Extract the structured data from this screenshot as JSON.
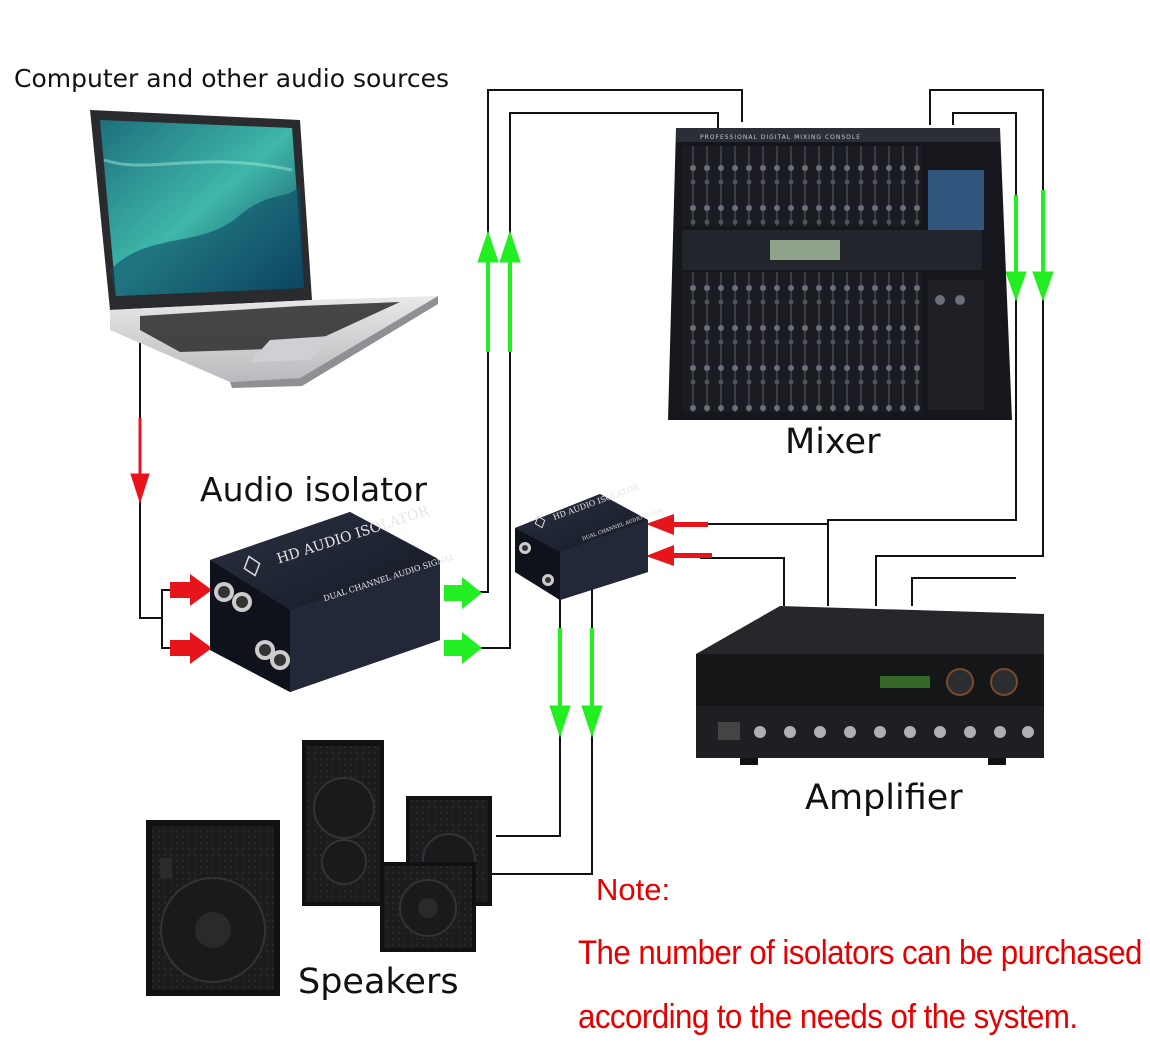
{
  "labels": {
    "sources": "Computer and other audio sources",
    "isolator": "Audio isolator",
    "mixer": "Mixer",
    "amplifier": "Amplifier",
    "speakers": "Speakers"
  },
  "note": {
    "heading": "Note:",
    "line1": "The number of isolators can be purchased",
    "line2": "according to the needs of the system."
  },
  "devices": {
    "isolator_title": "HD AUDIO ISOLATOR",
    "isolator_sub": "DUAL CHANNEL AUDIO SIGNAL",
    "mixer_title": "PROFESSIONAL DIGITAL MIXING CONSOLE"
  },
  "colors": {
    "signal_in": "#e8141c",
    "signal_out": "#22ee22",
    "cable": "#111111",
    "device": "#1f2330"
  }
}
